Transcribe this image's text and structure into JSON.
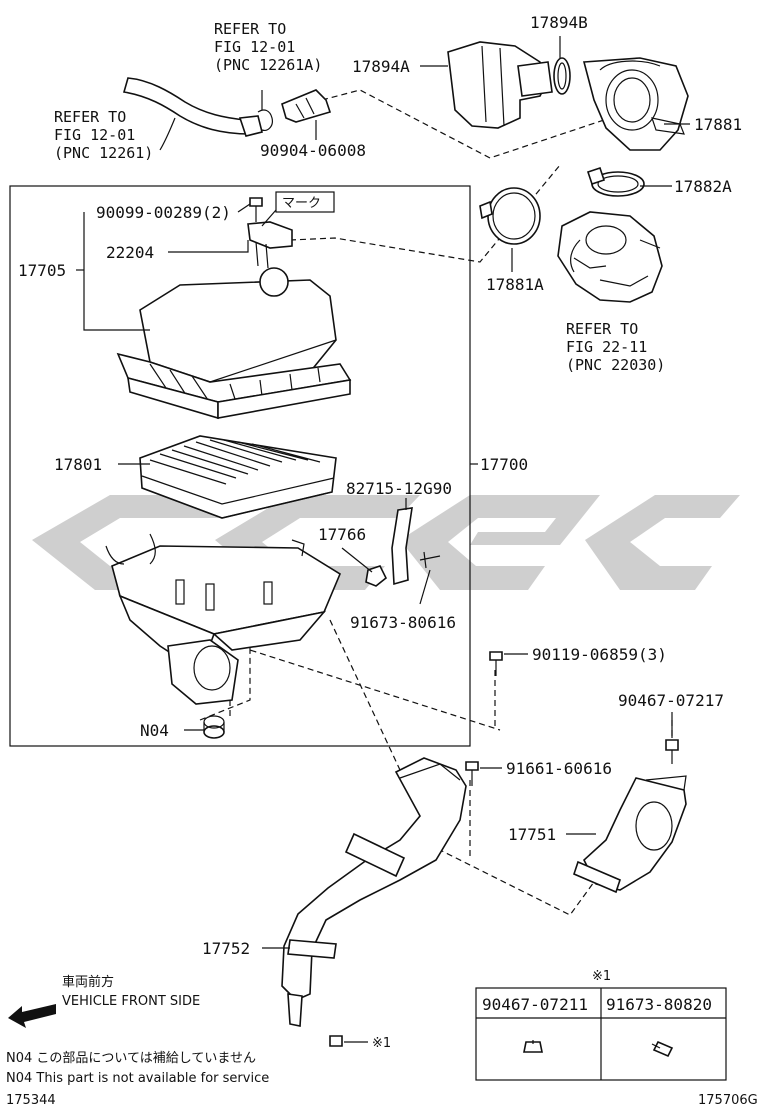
{
  "labels": {
    "p17894B": "17894B",
    "p17894A": "17894A",
    "p17881": "17881",
    "p17882A": "17882A",
    "p17881A": "17881A",
    "p90904": "90904-06008",
    "p90099": "90099-00289(2)",
    "p22204": "22204",
    "p17705": "17705",
    "p17801": "17801",
    "p17700": "17700",
    "p82715": "82715-12G90",
    "p17766": "17766",
    "p91673a": "91673-80616",
    "p90119": "90119-06859(3)",
    "p90467a": "90467-07217",
    "pN04": "N04",
    "p91661": "91661-60616",
    "p17751": "17751",
    "p17752": "17752",
    "mark": "マーク",
    "mark_x1": "※1"
  },
  "refer_notes": {
    "top": [
      "REFER TO",
      "FIG 12-01",
      "(PNC 12261A)"
    ],
    "left": [
      "REFER TO",
      "FIG 12-01",
      "(PNC 12261)"
    ],
    "throttle": [
      "REFER TO",
      "FIG 22-11",
      "(PNC 22030)"
    ]
  },
  "direction": {
    "jp": "車両前方",
    "en": "VEHICLE FRONT SIDE"
  },
  "notes": {
    "jp": "N04  この部品については補給していません",
    "en": "N04  This part is not available for service"
  },
  "table": {
    "header_mark": "※1",
    "col1": "90467-07211",
    "col2": "91673-80820"
  },
  "footer": {
    "left": "175344",
    "right": "175706G"
  },
  "colors": {
    "line": "#111111",
    "watermark": "#cfcfcf"
  }
}
